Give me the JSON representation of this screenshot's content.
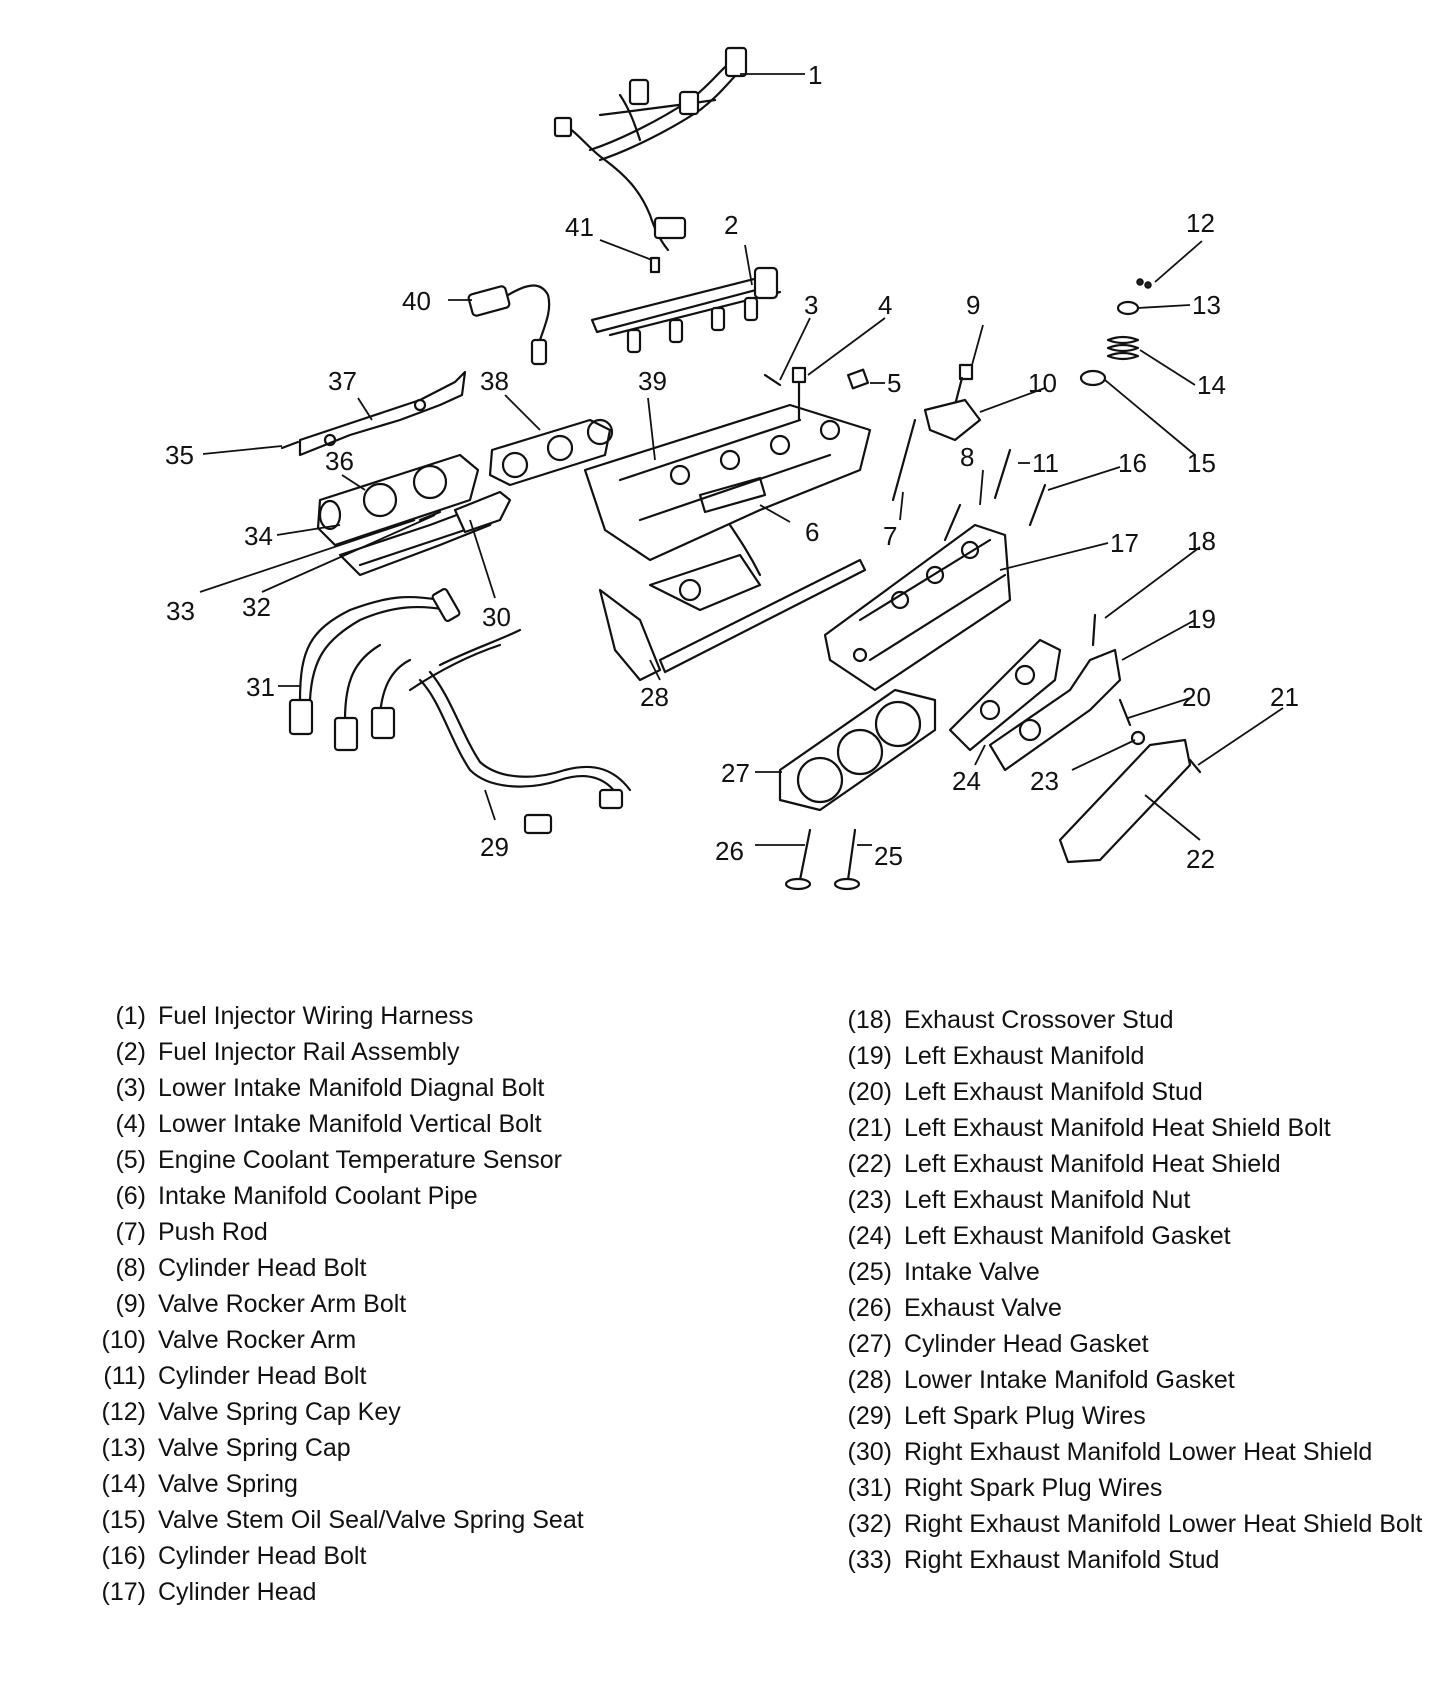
{
  "callouts": [
    "1",
    "2",
    "3",
    "4",
    "5",
    "6",
    "7",
    "8",
    "9",
    "10",
    "11",
    "12",
    "13",
    "14",
    "15",
    "16",
    "17",
    "18",
    "19",
    "20",
    "21",
    "22",
    "23",
    "24",
    "25",
    "26",
    "27",
    "28",
    "29",
    "30",
    "31",
    "32",
    "33",
    "34",
    "35",
    "36",
    "37",
    "38",
    "39",
    "40",
    "41"
  ],
  "legend_left": [
    {
      "num": "(1)",
      "name": "Fuel Injector Wiring Harness"
    },
    {
      "num": "(2)",
      "name": "Fuel Injector Rail Assembly"
    },
    {
      "num": "(3)",
      "name": "Lower Intake Manifold Diagnal Bolt"
    },
    {
      "num": "(4)",
      "name": "Lower Intake Manifold Vertical Bolt"
    },
    {
      "num": "(5)",
      "name": "Engine Coolant Temperature Sensor"
    },
    {
      "num": "(6)",
      "name": "Intake Manifold Coolant Pipe"
    },
    {
      "num": "(7)",
      "name": "Push Rod"
    },
    {
      "num": "(8)",
      "name": "Cylinder Head Bolt"
    },
    {
      "num": "(9)",
      "name": "Valve Rocker Arm Bolt"
    },
    {
      "num": "(10)",
      "name": "Valve Rocker Arm"
    },
    {
      "num": "(11)",
      "name": "Cylinder Head Bolt"
    },
    {
      "num": "(12)",
      "name": "Valve Spring Cap Key"
    },
    {
      "num": "(13)",
      "name": "Valve Spring Cap"
    },
    {
      "num": "(14)",
      "name": "Valve Spring"
    },
    {
      "num": "(15)",
      "name": "Valve Stem Oil Seal/Valve Spring Seat"
    },
    {
      "num": "(16)",
      "name": "Cylinder Head Bolt"
    },
    {
      "num": "(17)",
      "name": "Cylinder Head"
    }
  ],
  "legend_right": [
    {
      "num": "(18)",
      "name": "Exhaust Crossover Stud"
    },
    {
      "num": "(19)",
      "name": "Left Exhaust Manifold"
    },
    {
      "num": "(20)",
      "name": "Left Exhaust Manifold Stud"
    },
    {
      "num": "(21)",
      "name": "Left Exhaust Manifold Heat Shield Bolt"
    },
    {
      "num": "(22)",
      "name": "Left Exhaust Manifold Heat Shield"
    },
    {
      "num": "(23)",
      "name": "Left Exhaust Manifold Nut"
    },
    {
      "num": "(24)",
      "name": "Left Exhaust Manifold Gasket"
    },
    {
      "num": "(25)",
      "name": "Intake Valve"
    },
    {
      "num": "(26)",
      "name": "Exhaust Valve"
    },
    {
      "num": "(27)",
      "name": "Cylinder Head Gasket"
    },
    {
      "num": "(28)",
      "name": "Lower Intake Manifold Gasket"
    },
    {
      "num": "(29)",
      "name": "Left Spark Plug Wires"
    },
    {
      "num": "(30)",
      "name": "Right Exhaust Manifold Lower Heat Shield"
    },
    {
      "num": "(31)",
      "name": "Right Spark Plug Wires"
    },
    {
      "num": "(32)",
      "name": "Right Exhaust Manifold Lower Heat Shield Bolt"
    },
    {
      "num": "(33)",
      "name": "Right Exhaust Manifold Stud"
    }
  ]
}
